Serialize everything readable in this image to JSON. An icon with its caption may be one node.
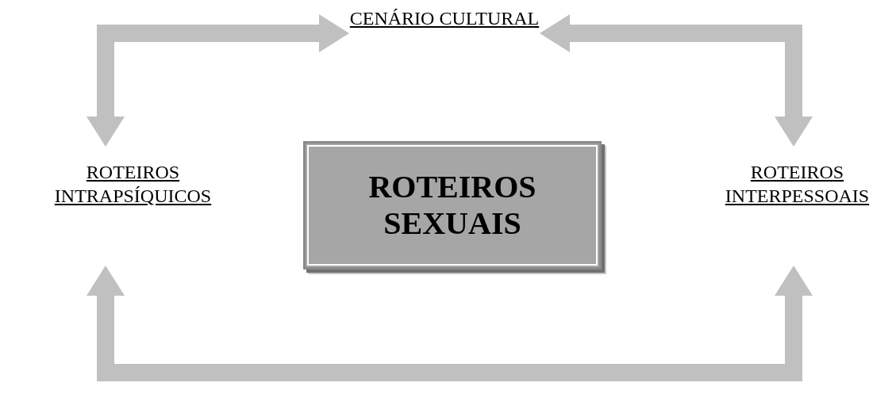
{
  "diagram": {
    "nodes": [
      {
        "text": [
          "CENÁRIO CULTURAL"
        ]
      },
      {
        "text": [
          "ROTEIROS INTRAPSÍQUICOS"
        ]
      },
      {
        "text": [
          "ROTEIROS SEXUAIS"
        ]
      },
      {
        "text": [
          "ROTEIROS INTERPESSOAIS"
        ]
      }
    ],
    "edges": [
      {
        "from": 0,
        "to": 1,
        "arrow": "both"
      },
      {
        "from": 0,
        "to": 3,
        "arrow": "both"
      },
      {
        "from": 1,
        "to": 3,
        "arrow": "both"
      }
    ]
  }
}
